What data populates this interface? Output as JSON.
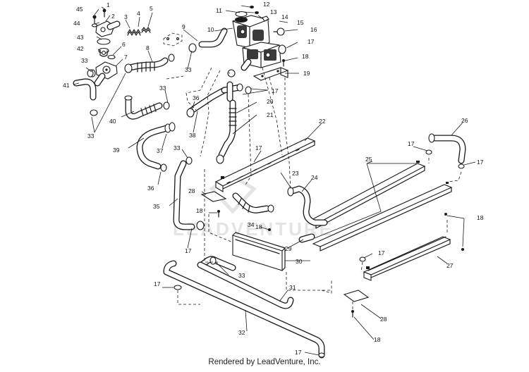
{
  "watermark": "LEADVENTURE",
  "footer": "Rendered by LeadVenture, Inc.",
  "callouts": [
    "1",
    "2",
    "3",
    "4",
    "5",
    "6",
    "7",
    "8",
    "9",
    "10",
    "11",
    "12",
    "13",
    "14",
    "15",
    "16",
    "17",
    "18",
    "19",
    "20",
    "21",
    "22",
    "23",
    "24",
    "25",
    "26",
    "27",
    "28",
    "29",
    "30",
    "31",
    "32",
    "33",
    "34",
    "35",
    "36",
    "37",
    "38",
    "39",
    "40",
    "41",
    "42",
    "43",
    "44",
    "45"
  ]
}
